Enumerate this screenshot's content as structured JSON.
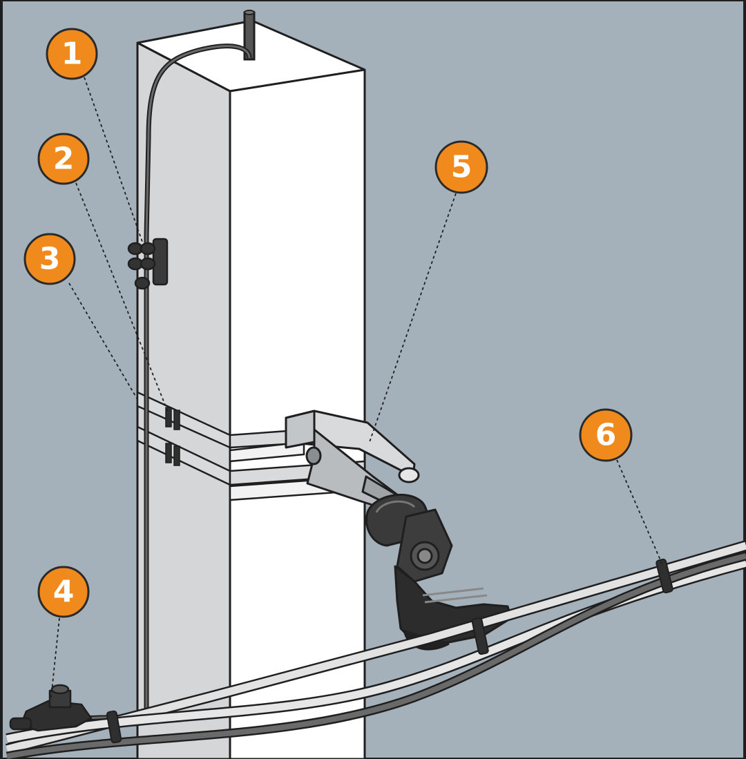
{
  "colors": {
    "background": "#a5b1ba",
    "pole_front": "#ffffff",
    "pole_side": "#d4d6d8",
    "outline": "#1f1f1f",
    "badge_fill": "#f08a1c",
    "badge_border": "#2a2a2a",
    "clamp": "#2f2f2f",
    "band": "#d8dadb",
    "cable_light": "#e2e2e2"
  },
  "callouts": [
    {
      "id": "1",
      "label": "1"
    },
    {
      "id": "2",
      "label": "2"
    },
    {
      "id": "3",
      "label": "3"
    },
    {
      "id": "4",
      "label": "4"
    },
    {
      "id": "5",
      "label": "5"
    },
    {
      "id": "6",
      "label": "6"
    }
  ]
}
